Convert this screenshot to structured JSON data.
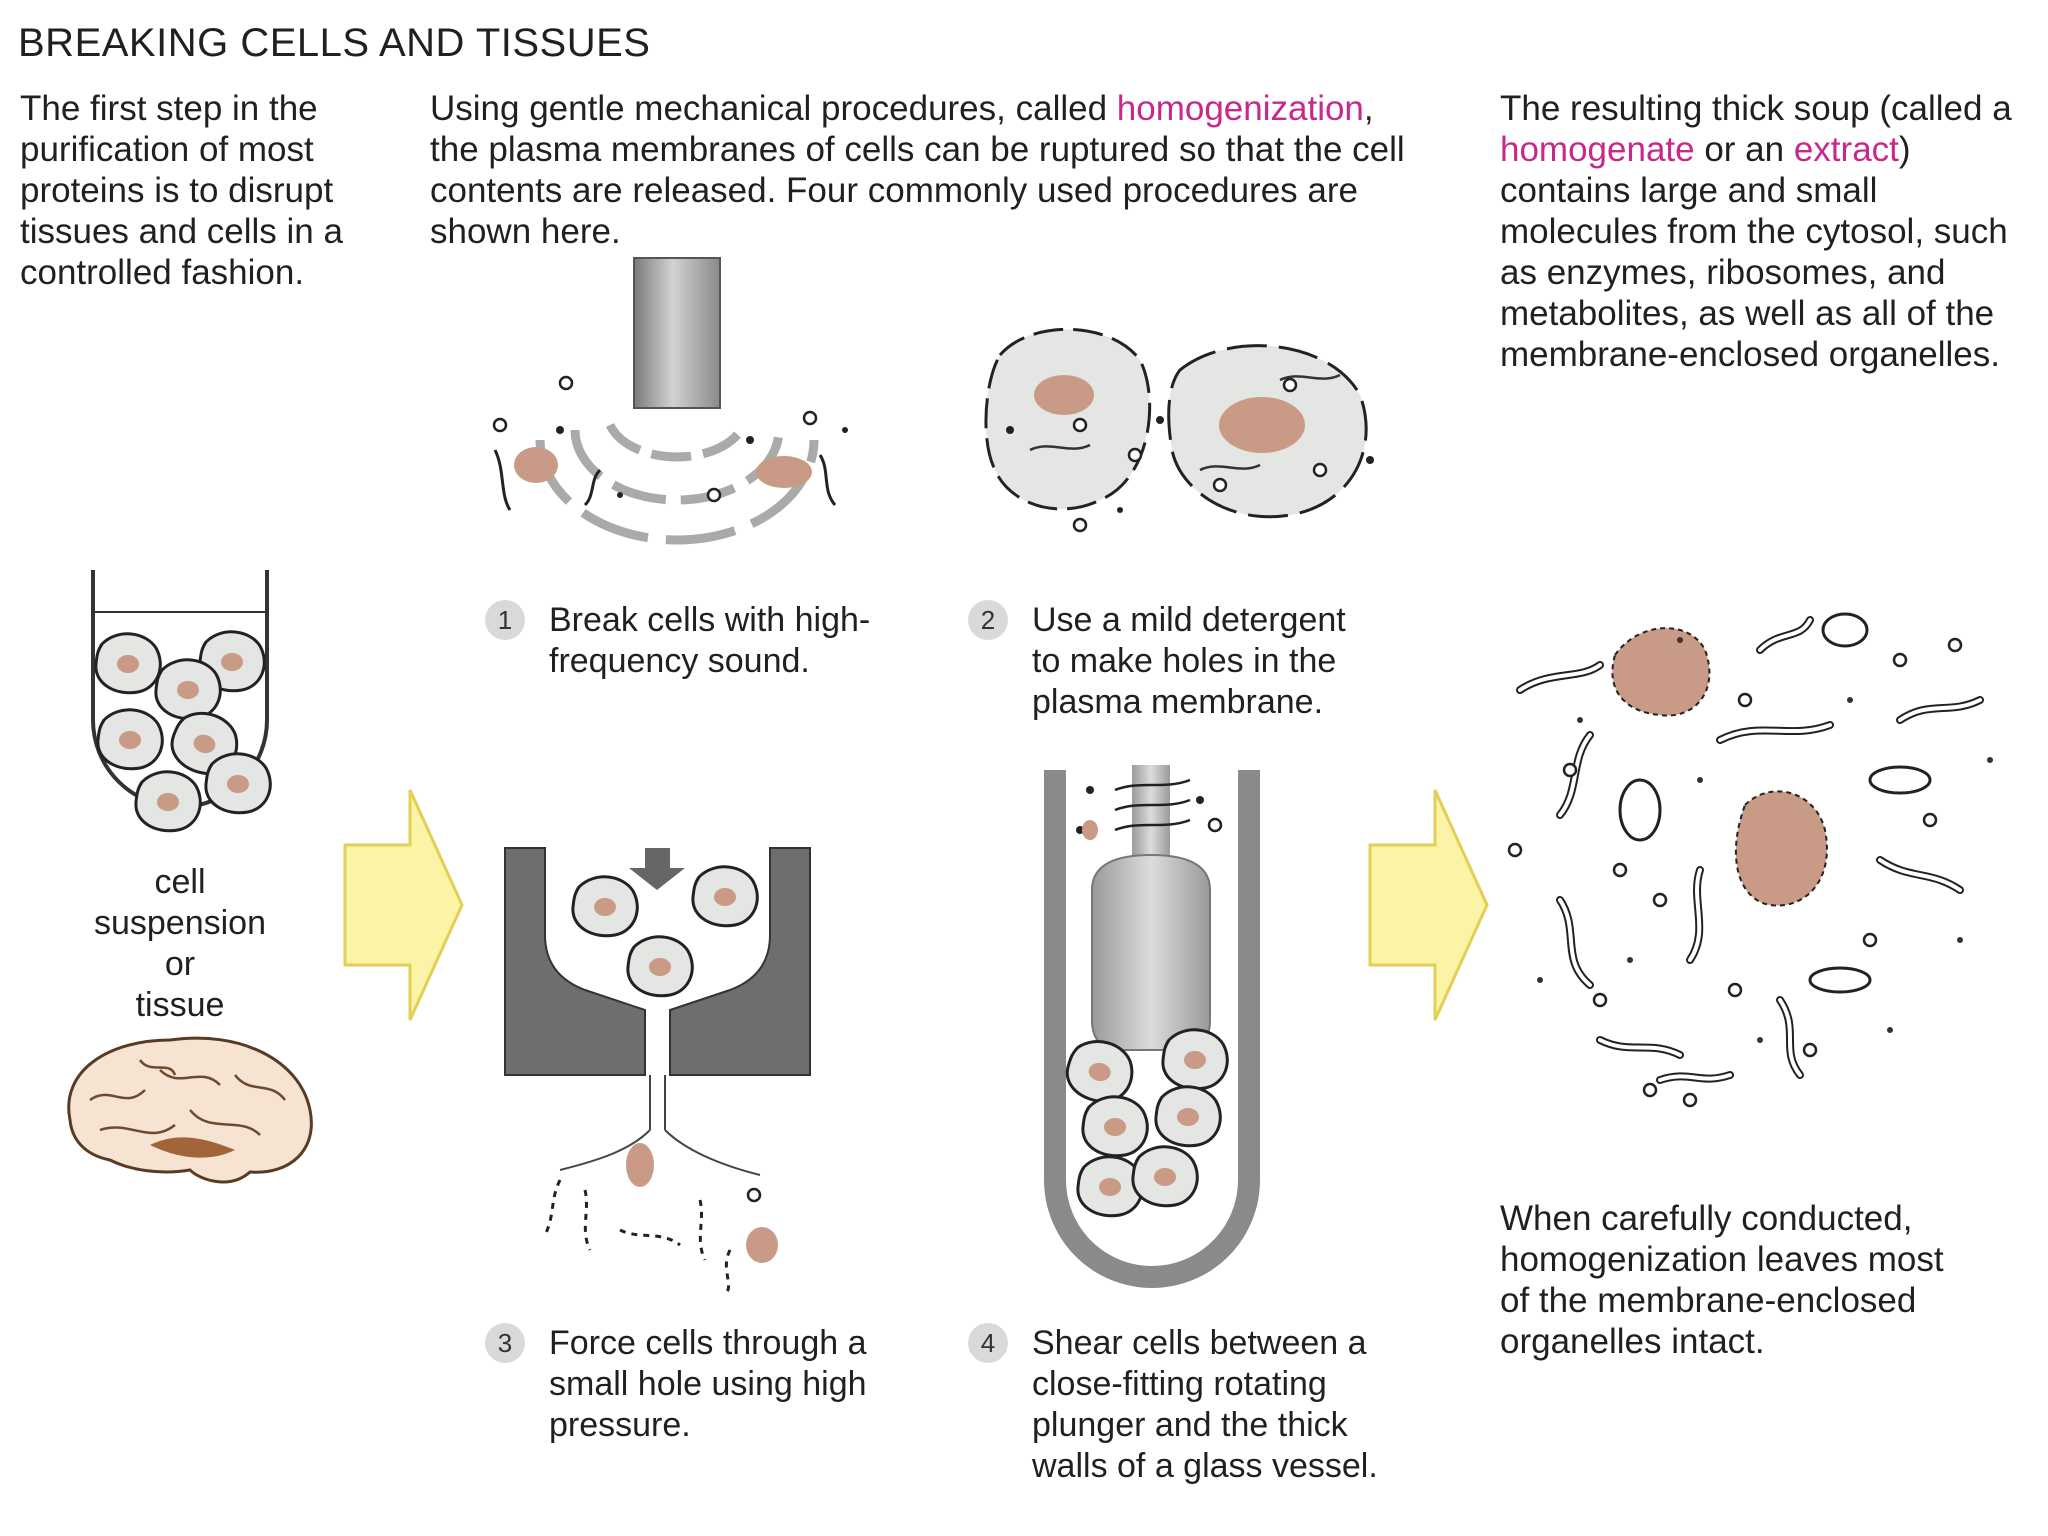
{
  "title": "BREAKING CELLS AND TISSUES",
  "intro": "The first step in the purification of most proteins is to disrupt tissues and cells in a controlled fashion.",
  "middle": {
    "pre": "Using gentle mechanical procedures, called ",
    "term": "homogenization",
    "post": ", the plasma membranes of cells can be ruptured so that the cell contents are released. Four commonly used procedures are shown here."
  },
  "result": {
    "pre": "The resulting thick soup (called a ",
    "term1": "homogenate",
    "mid": " or an ",
    "term2": "extract",
    "post": ") contains large and small molecules from the cytosol, such as enzymes, ribosomes, and metabolites, as well as all of the membrane-enclosed organelles."
  },
  "cell_label": [
    "cell",
    "suspension",
    "or",
    "tissue"
  ],
  "steps": [
    {
      "num": "1",
      "text": "Break cells with high-frequency sound."
    },
    {
      "num": "2",
      "text": "Use a mild detergent to make holes in the plasma membrane."
    },
    {
      "num": "3",
      "text": "Force cells through a small hole using high pressure."
    },
    {
      "num": "4",
      "text": "Shear cells between a close-fitting rotating plunger and the thick walls of a glass vessel."
    }
  ],
  "conclusion": "When carefully conducted, homogenization leaves most of the membrane-enclosed organelles intact.",
  "colors": {
    "highlight": "#c8288a",
    "nucleus": "#c99a86",
    "cytoplasm": "#e3e6e2",
    "arrow": "#fbf3a6",
    "arrow_outline": "#e3cf55",
    "metal": "#8c8c8c",
    "badge": "#d9d9d9"
  },
  "icons": [
    "sonicator-probe",
    "detergent-cells",
    "pressure-press",
    "rotating-plunger",
    "brain",
    "test-tube",
    "right-arrow"
  ]
}
